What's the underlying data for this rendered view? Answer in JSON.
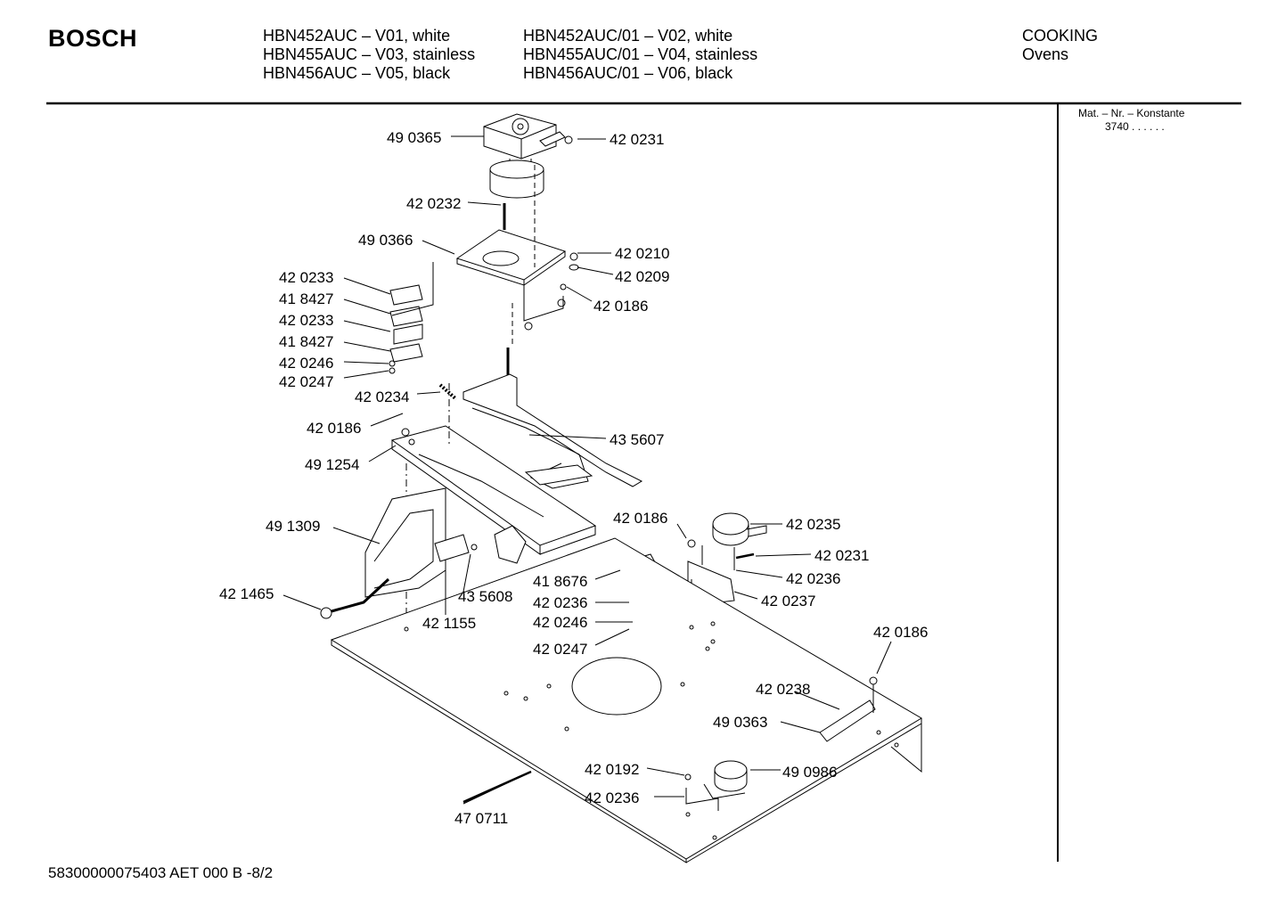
{
  "header": {
    "brand": "BOSCH",
    "models_left": [
      "HBN452AUC – V01, white",
      "HBN455AUC – V03, stainless",
      "HBN456AUC – V05, black"
    ],
    "models_right": [
      "HBN452AUC/01 – V02, white",
      "HBN455AUC/01 – V04, stainless",
      "HBN456AUC/01 – V06, black"
    ],
    "category": "COOKING",
    "subcategory": "Ovens"
  },
  "sidebar": {
    "mat_label": "Mat. – Nr. – Konstante",
    "mat_value": "3740 . . . . . ."
  },
  "parts": [
    "49 0365",
    "42 0231",
    "42 0232",
    "49 0366",
    "42 0210",
    "42 0209",
    "42 0233",
    "41 8427",
    "42 0233",
    "41 8427",
    "42 0186",
    "42 0246",
    "42 0247",
    "42 0234",
    "42 0186",
    "43 5607",
    "49 1254",
    "49 1309",
    "42 0186",
    "42 0235",
    "42 0231",
    "42 0236",
    "41 8676",
    "42 0236",
    "42 0237",
    "42 0246",
    "42 1465",
    "43 5608",
    "42 1155",
    "42 0247",
    "42 0186",
    "42 0238",
    "49 0363",
    "42 0192",
    "49 0986",
    "42 0236",
    "47 0711"
  ],
  "footer": "58300000075403 AET 000 B -8/2"
}
